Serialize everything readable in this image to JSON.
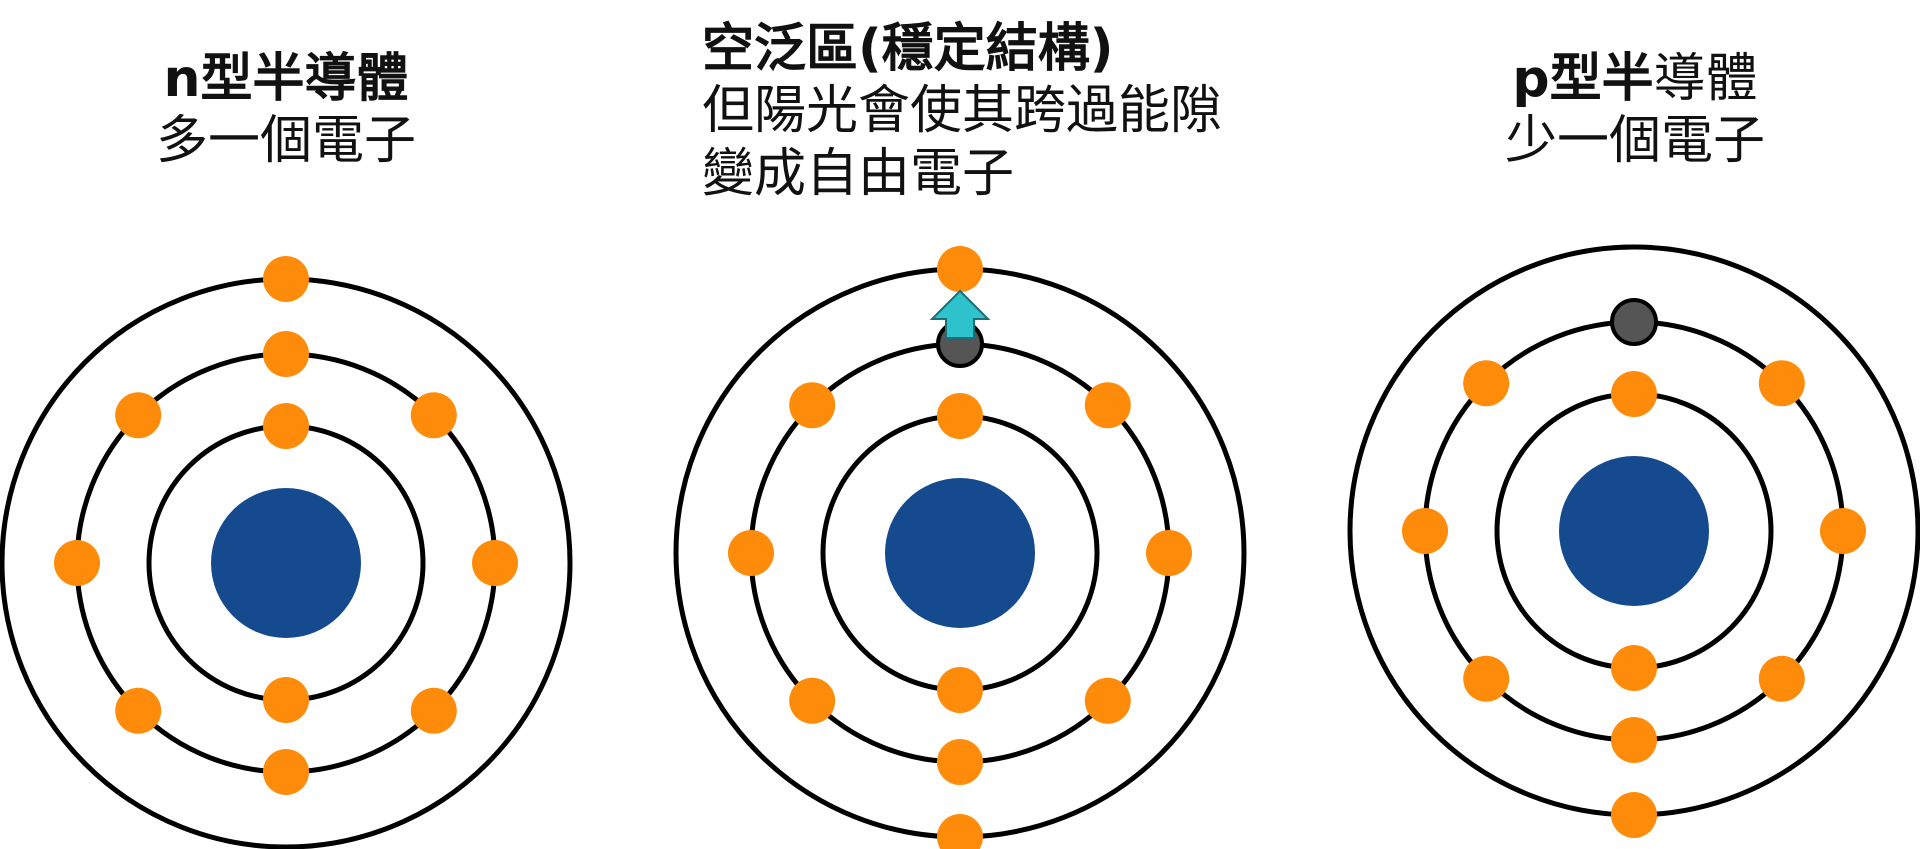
{
  "colors": {
    "nucleus": "#154a8f",
    "electron": "#fe8c0a",
    "hole": "#555555",
    "arrow": "#2ec3cc",
    "orbit": "#000000"
  },
  "labels": {
    "n_type": {
      "bold": "n型半導體",
      "line2": "多一個電子"
    },
    "depletion": {
      "bold": "空泛區(穩定結構)",
      "line2": "但陽光會使其跨過能隙",
      "line3": "變成自由電子"
    },
    "p_type": {
      "bold": "p型半",
      "rest": "導體",
      "line2": "少一個電子"
    }
  },
  "atoms": [
    {
      "id": "n-type-atom",
      "orbits": 3,
      "electrons": [
        {
          "orbit": 3,
          "angle": 0
        },
        {
          "orbit": 2,
          "angle": 0
        },
        {
          "orbit": 2,
          "angle": 45
        },
        {
          "orbit": 2,
          "angle": 90
        },
        {
          "orbit": 2,
          "angle": 135
        },
        {
          "orbit": 2,
          "angle": 180
        },
        {
          "orbit": 2,
          "angle": 225
        },
        {
          "orbit": 2,
          "angle": 270
        },
        {
          "orbit": 2,
          "angle": 315
        },
        {
          "orbit": 1,
          "angle": 0
        },
        {
          "orbit": 1,
          "angle": 180
        }
      ],
      "holes": []
    },
    {
      "id": "depletion-atom",
      "orbits": 3,
      "electrons": [
        {
          "orbit": 3,
          "angle": 0
        },
        {
          "orbit": 3,
          "angle": 180
        },
        {
          "orbit": 2,
          "angle": 45
        },
        {
          "orbit": 2,
          "angle": 90
        },
        {
          "orbit": 2,
          "angle": 135
        },
        {
          "orbit": 2,
          "angle": 180
        },
        {
          "orbit": 2,
          "angle": 225
        },
        {
          "orbit": 2,
          "angle": 270
        },
        {
          "orbit": 2,
          "angle": 315
        },
        {
          "orbit": 1,
          "angle": 0
        },
        {
          "orbit": 1,
          "angle": 180
        }
      ],
      "holes": [
        {
          "orbit": 2,
          "angle": 0
        }
      ],
      "arrow": true
    },
    {
      "id": "p-type-atom",
      "orbits": 3,
      "electrons": [
        {
          "orbit": 3,
          "angle": 180
        },
        {
          "orbit": 2,
          "angle": 45
        },
        {
          "orbit": 2,
          "angle": 90
        },
        {
          "orbit": 2,
          "angle": 135
        },
        {
          "orbit": 2,
          "angle": 180
        },
        {
          "orbit": 2,
          "angle": 225
        },
        {
          "orbit": 2,
          "angle": 270
        },
        {
          "orbit": 2,
          "angle": 315
        },
        {
          "orbit": 1,
          "angle": 0
        },
        {
          "orbit": 1,
          "angle": 180
        }
      ],
      "holes": [
        {
          "orbit": 2,
          "angle": 0
        }
      ]
    }
  ]
}
